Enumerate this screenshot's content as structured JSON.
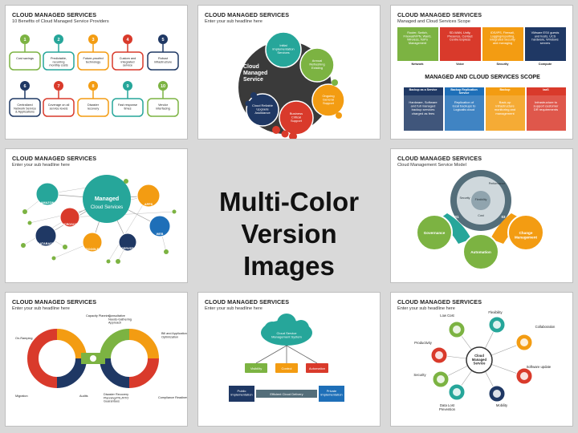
{
  "center": {
    "line1": "Multi-Color",
    "line2": "Version Images"
  },
  "cards": [
    {
      "title": "CLOUD MANAGED SERVICES",
      "subtitle": "10 Benefits of Cloud Managed Service Providers",
      "items": [
        "Cost savings",
        "Predictable, recurring monthly costs",
        "Future-proofed technology",
        "Custom and integrated service",
        "Robust infrastructure",
        "Centralized Network Service & Applications",
        "Coverage on all service levels",
        "Disaster recovery",
        "Fast response times",
        "Vendor interfacing"
      ],
      "numbers": [
        "1",
        "2",
        "3",
        "4",
        "5",
        "6",
        "7",
        "8",
        "9",
        "10"
      ]
    },
    {
      "title": "CLOUD MANAGED SERVICES",
      "subtitle": "Enter your sub headline here",
      "center_label": "Cloud Managed Service",
      "bubbles": [
        "Initial Implementation Services",
        "Annual Refreshing Existing",
        "Ongoing General Support",
        "Business Critical Support",
        "Cloud Reliable Upgrade Assistance"
      ]
    },
    {
      "title": "CLOUD MANAGED SERVICES",
      "subtitle": "Managed and Cloud Services Scope",
      "scope_title": "MANAGED AND CLOUD SERVICES SCOPE",
      "top_texts": [
        "Router, Switch, Firewall/VPN, Wan0, Wireless, TelPo Management",
        "SD-WAN, Unify, Presence, Contact Centre Express",
        "IDS/IPS, Firewall, Logging/reporting, integrated Security and managing",
        "VMware ESX guests and hosts, UCS hardware, Windows servers"
      ],
      "top_heads": [
        "Network",
        "Voice",
        "Security",
        "Compute"
      ],
      "bottom_heads": [
        "Backup as a Service",
        "Backup Replication Service",
        "Backup",
        "IaaS"
      ],
      "bottom_texts": [
        "Hardware, Software and full managed backup services charged as fees",
        "Replication of local backups to Logicalis cloud",
        "Back-up infrastructure monitoring and management",
        "Infrastructure to support customer DR requirements"
      ]
    },
    {
      "title": "CLOUD MANAGED SERVICES",
      "subtitle": "Enter your sub headline here",
      "center_label1": "Managed",
      "center_label2": "Cloud Services",
      "nodes": [
        "AMAZON",
        "APPS",
        "MICROSOFT",
        "DATABASE",
        "GOOGLE",
        "SERVER",
        "WEB"
      ]
    },
    {
      "title": "CLOUD MANAGED SERVICES",
      "subtitle": "Cloud Management Service Model",
      "gear_labels": [
        "Performance",
        "Security",
        "Flexibility",
        "Cost"
      ],
      "petals": [
        "Governance",
        "Automation",
        "Change Management"
      ],
      "petal_nums": [
        "01",
        "02",
        "03"
      ]
    },
    {
      "title": "CLOUD MANAGED SERVICES",
      "subtitle": "Enter your sub headline here",
      "labels": [
        "Capacity Planning",
        "Consultative Needs-Gathering Approach",
        "Bill and Application Optimization",
        "On-Ramping",
        "Migration",
        "Audits",
        "Disaster Recovery Planning/ITIL/RTO Guarantees",
        "Compliance Readiness"
      ]
    },
    {
      "title": "CLOUD MANAGED SERVICES",
      "subtitle": "Enter your sub headline here",
      "cloud_label": "Cloud Service Management System",
      "boxes": [
        "Visibility",
        "Control",
        "Automation"
      ],
      "public": "Public Implementation",
      "private": "Private Implementation",
      "arrow_label": "Efficient Cloud Delivery"
    },
    {
      "title": "CLOUD MANAGED SERVICES",
      "subtitle": "Enter your sub headline here",
      "center_label": "Cloud Managed Service",
      "labels": [
        "Low Cost",
        "Flexibility",
        "Collaboration",
        "Productivity",
        "Software update",
        "Security",
        "Data Lost Prevention",
        "Mobility"
      ]
    }
  ],
  "colors": {
    "red": "#d93a2b",
    "orange": "#f39c12",
    "green": "#7cb342",
    "teal": "#26a69a",
    "blue": "#1e6fb8",
    "navy": "#1f3864",
    "gray": "#7f7f7f",
    "bg": "#d9d9d9"
  }
}
